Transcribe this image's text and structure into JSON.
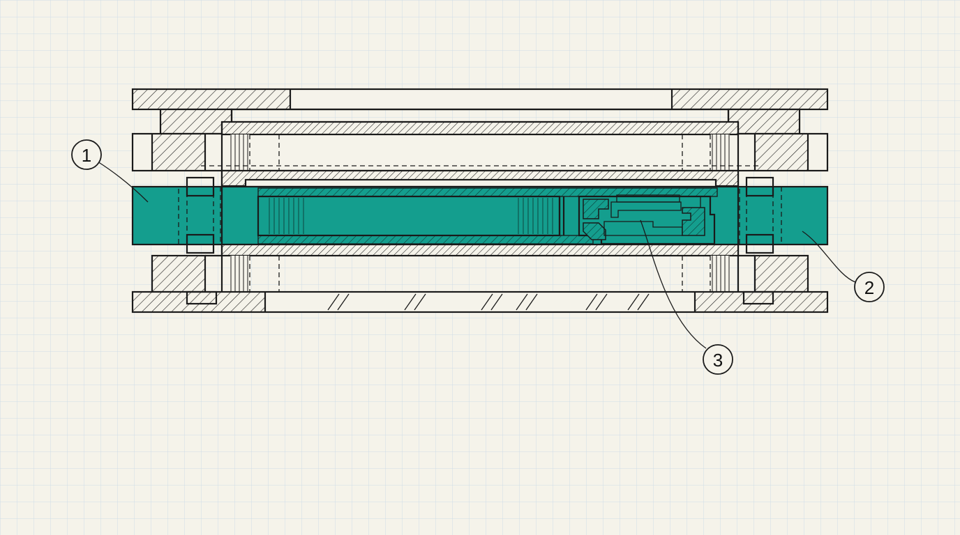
{
  "colors": {
    "paper": "#f5f3ea",
    "grid": "#c9d8e6",
    "ink": "#1a1a1a",
    "highlight": "#149e8e"
  },
  "callouts": [
    {
      "id": "1",
      "label": "1"
    },
    {
      "id": "2",
      "label": "2"
    },
    {
      "id": "3",
      "label": "3"
    }
  ]
}
